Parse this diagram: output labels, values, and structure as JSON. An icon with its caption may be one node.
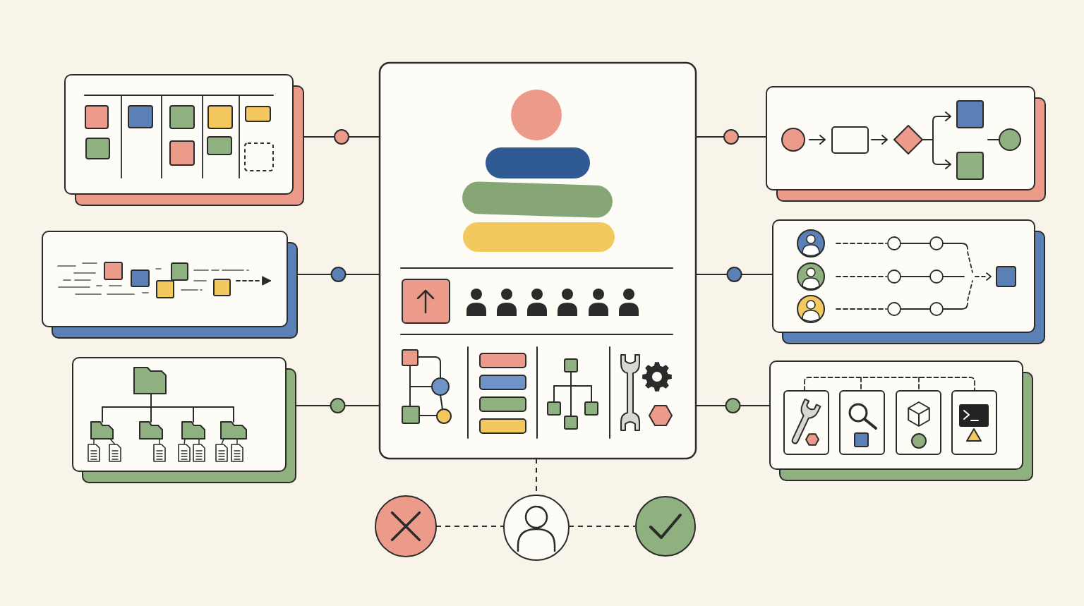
{
  "diagram": {
    "nodes": [
      {
        "text": [],
        "shape": "picture"
      },
      {
        "text": [],
        "shape": "picture"
      },
      {
        "text": [],
        "shape": "picture"
      },
      {
        "text": [],
        "shape": "picture"
      },
      {
        "text": [],
        "shape": "picture"
      },
      {
        "text": [],
        "shape": "picture"
      },
      {
        "text": [],
        "shape": "picture"
      },
      {
        "text": [],
        "shape": "circle"
      },
      {
        "text": [],
        "shape": "person"
      },
      {
        "text": [],
        "shape": "circle"
      }
    ],
    "edges": [
      {
        "from": 0,
        "to": 1,
        "arrow": "none"
      },
      {
        "from": 1,
        "to": 2,
        "arrow": "none"
      },
      {
        "from": 3,
        "to": 1,
        "arrow": "none"
      },
      {
        "from": 1,
        "to": 4,
        "arrow": "none"
      },
      {
        "from": 5,
        "to": 1,
        "arrow": "none"
      },
      {
        "from": 1,
        "to": 6,
        "arrow": "none"
      },
      {
        "from": 1,
        "to": 8,
        "arrow": "none",
        "style": "dashed"
      },
      {
        "from": 7,
        "to": 8,
        "arrow": "none",
        "style": "dashed"
      },
      {
        "from": 8,
        "to": 9,
        "arrow": "none",
        "style": "dashed"
      }
    ]
  }
}
